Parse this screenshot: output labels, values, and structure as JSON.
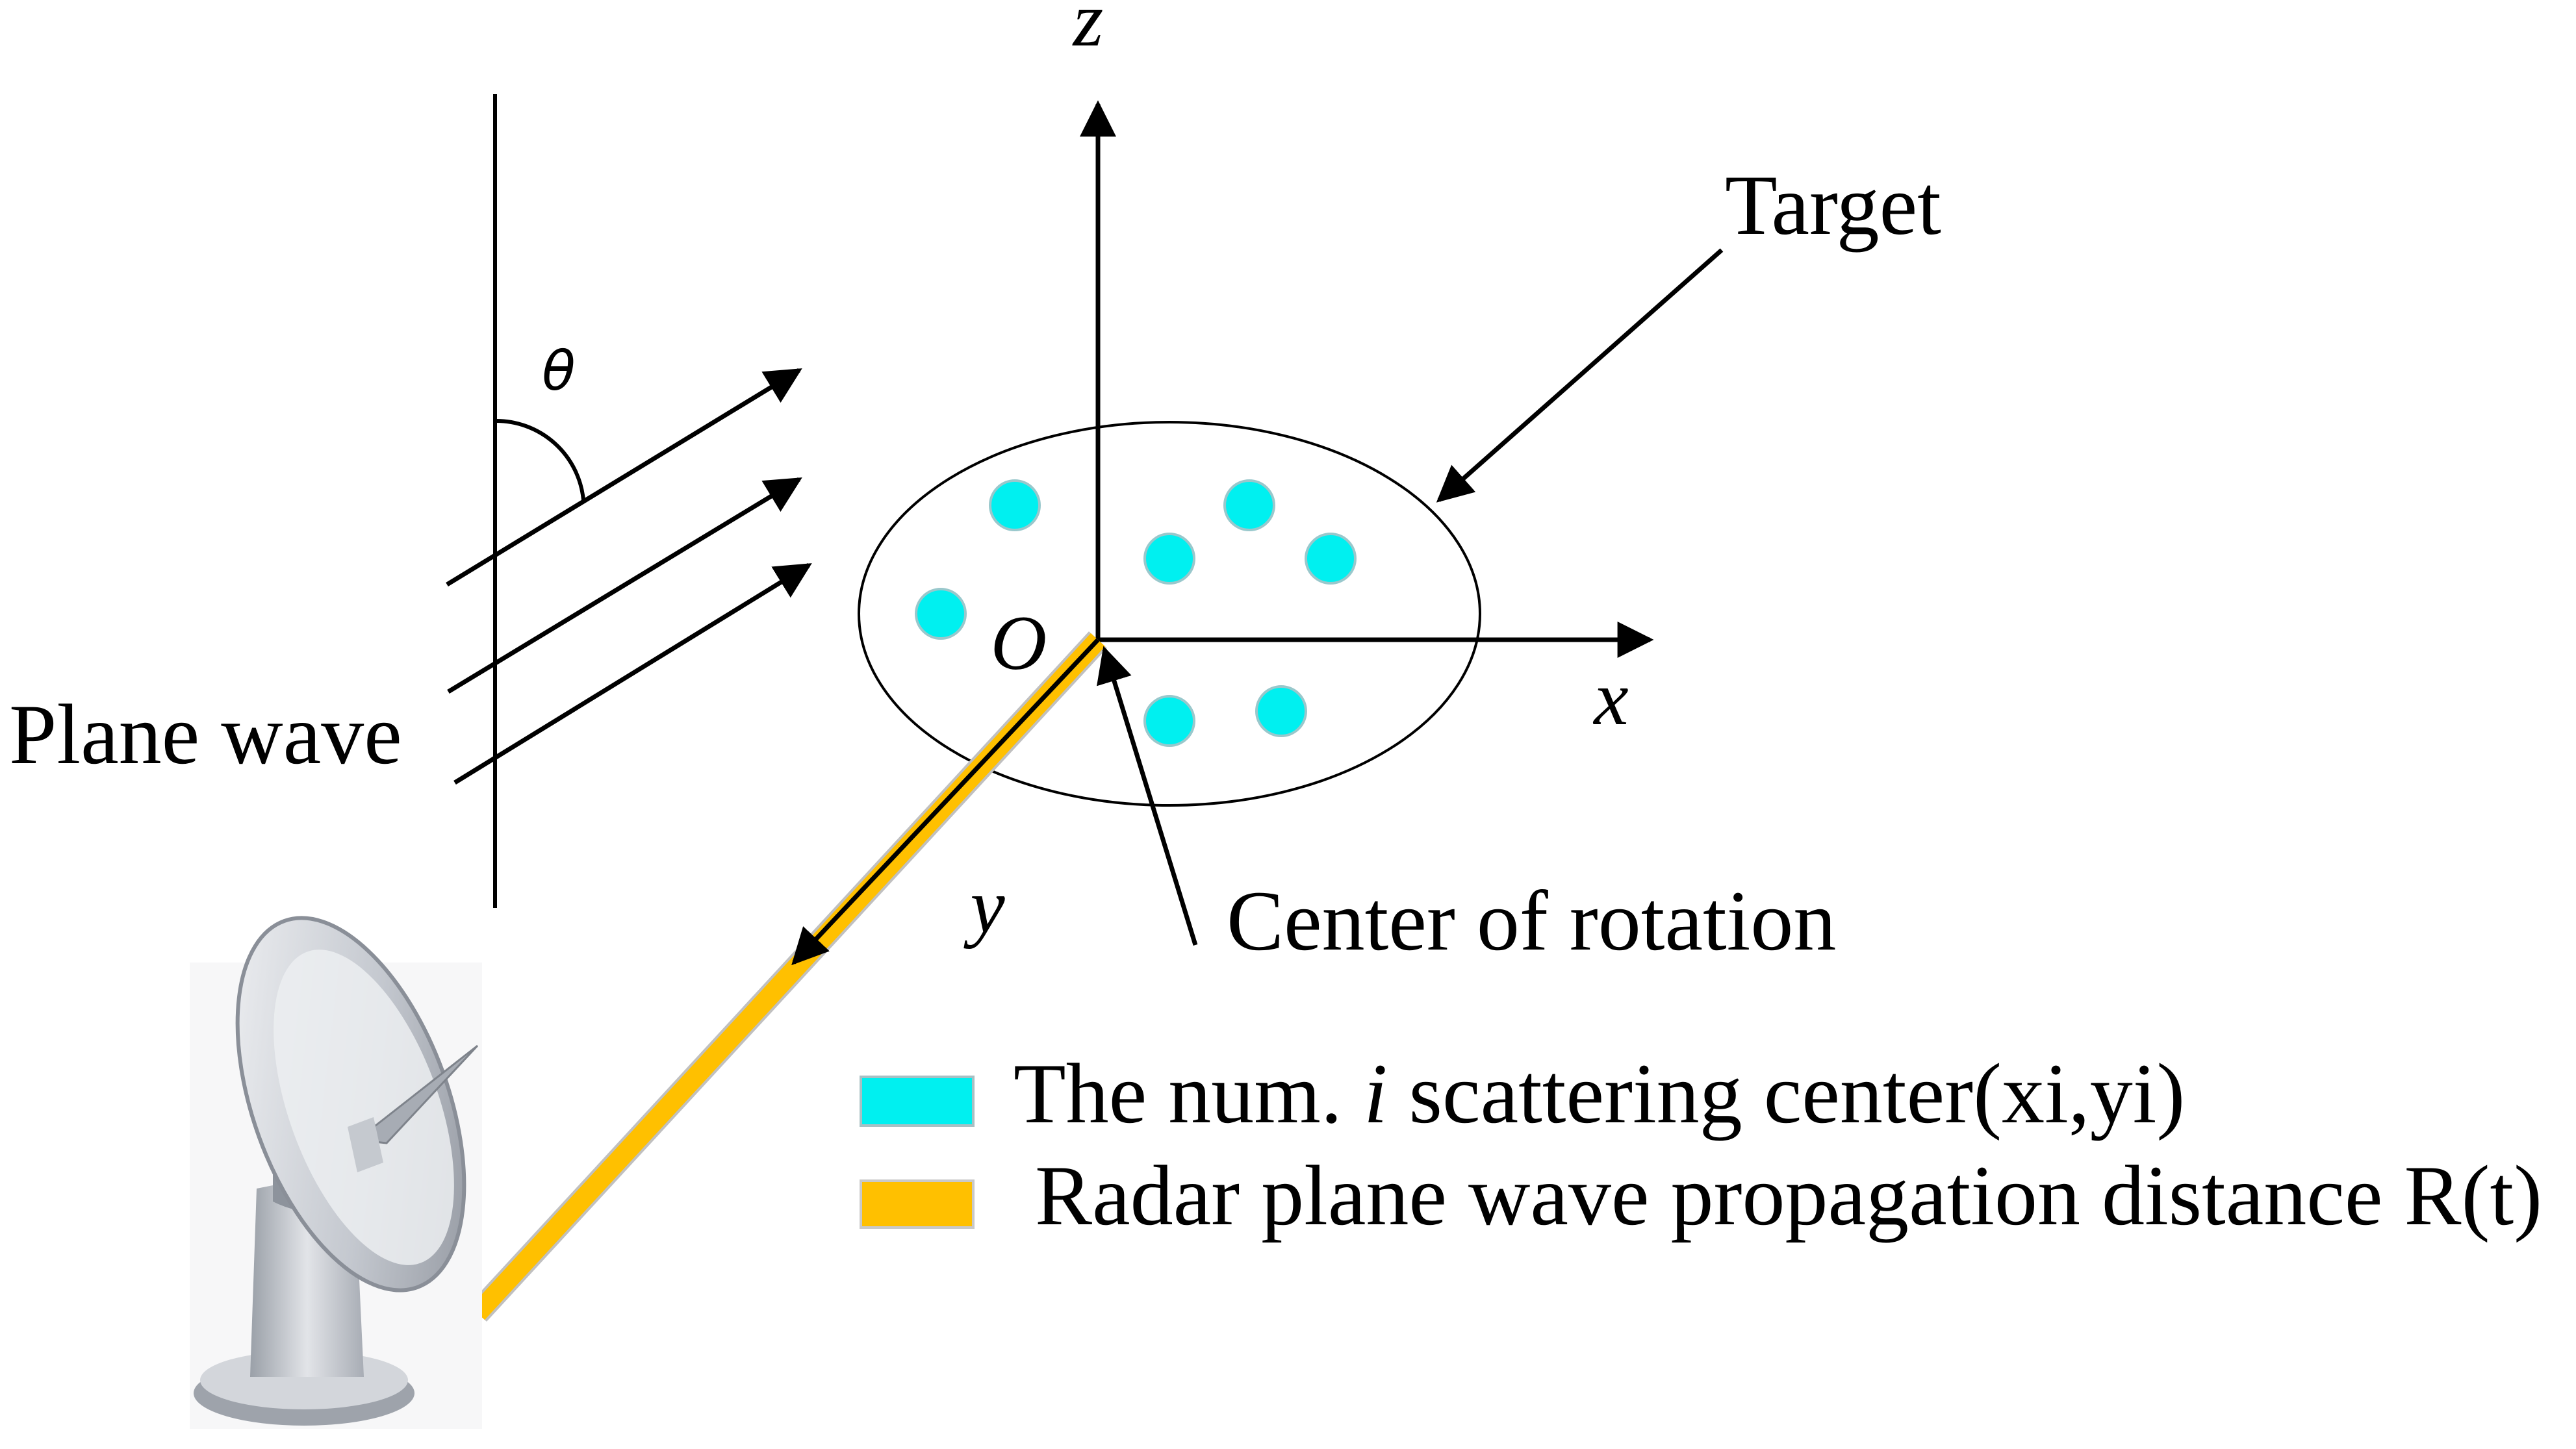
{
  "labels": {
    "z_axis": "z",
    "x_axis": "x",
    "y_axis": "y",
    "origin": "O",
    "theta": "θ",
    "target": "Target",
    "plane_wave": "Plane wave",
    "center_of_rotation": "Center of rotation"
  },
  "legend": {
    "items": [
      {
        "color": "#00F0F0",
        "text_before": "The num. ",
        "italic": "i",
        "text_after": " scattering center(xi,yi)"
      },
      {
        "color": "#FFC000",
        "text": " Radar plane wave propagation distance R(t)"
      }
    ]
  },
  "colors": {
    "scatter_point": "#00F0F0",
    "propagation_line": "#FFC000",
    "line": "#000000"
  },
  "icons": {
    "radar": "radar-dish-icon"
  }
}
